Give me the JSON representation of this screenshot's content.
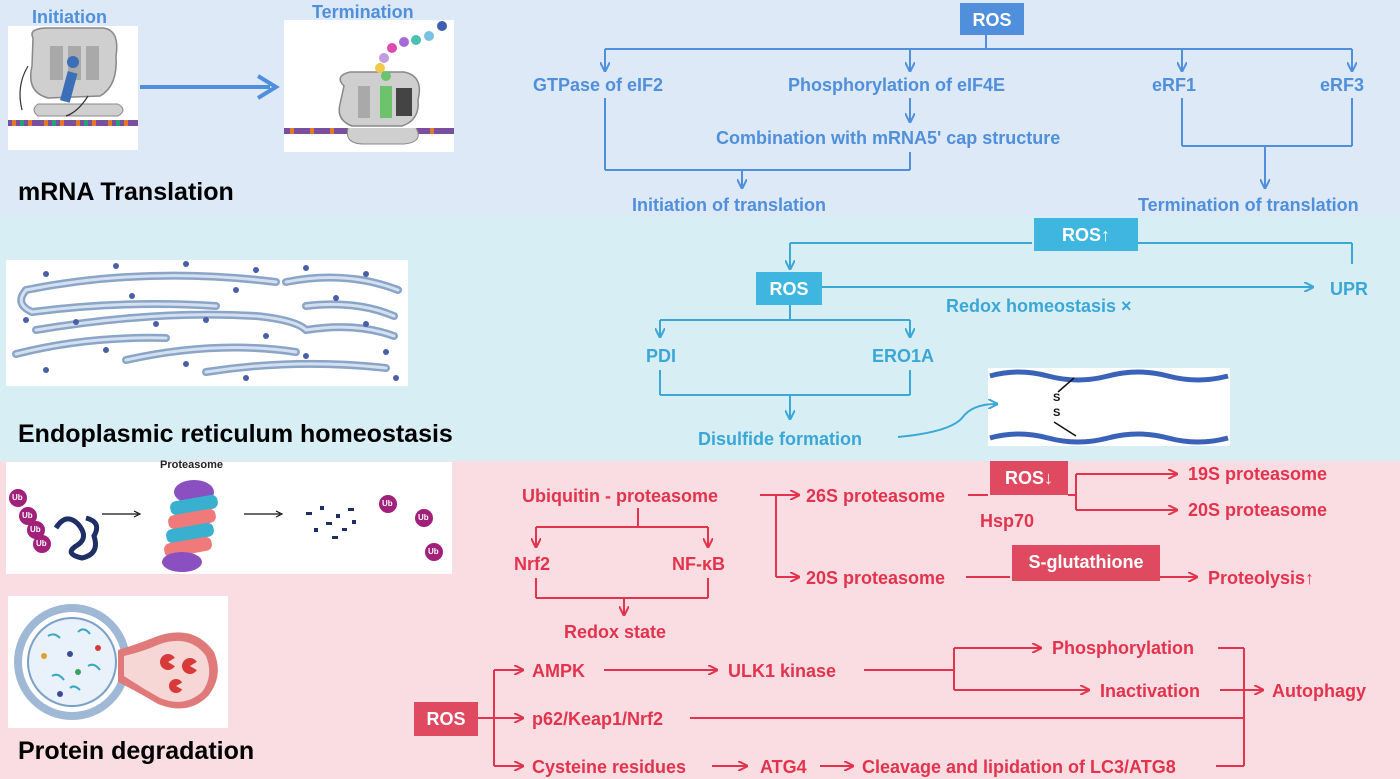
{
  "colors": {
    "band1": "#dde9f6",
    "band2": "#d8eef5",
    "band3": "#fadde2",
    "blue": "#4f8fdb",
    "cyan": "#3aa7d6",
    "red": "#e3334d"
  },
  "section1": {
    "title": "mRNA Translation",
    "initiation_label": "Initiation",
    "termination_label": "Termination",
    "ros": "ROS",
    "gtpase": "GTPase of eIF2",
    "phospho_eif4e": "Phosphorylation of eIF4E",
    "erf1": "eRF1",
    "erf3": "eRF3",
    "combination": "Combination with mRNA5' cap structure",
    "initiation_of_translation": "Initiation of translation",
    "termination_of_translation": "Termination of translation"
  },
  "section2": {
    "title": "Endoplasmic reticulum homeostasis",
    "ros_up": "ROS↑",
    "ros": "ROS",
    "upr": "UPR",
    "redox_homeostasis": "Redox homeostasis ×",
    "pdi": "PDI",
    "ero1a": "ERO1A",
    "disulfide": "Disulfide formation",
    "s1": "S",
    "s2": "S"
  },
  "section3": {
    "title": "Protein degradation",
    "proteasome_label": "Proteasome",
    "ub": "Ub",
    "ubiquitin_proteasome": "Ubiquitin - proteasome",
    "p26s": "26S proteasome",
    "ros_down": "ROS↓",
    "hsp70": "Hsp70",
    "p19s": "19S proteasome",
    "p20s_right": "20S proteasome",
    "nrf2": "Nrf2",
    "nfkb": "NF-κB",
    "p20s": "20S proteasome",
    "s_glutathione": "S-glutathione",
    "proteolysis": "Proteolysis↑",
    "redox_state": "Redox state",
    "ros": "ROS",
    "ampk": "AMPK",
    "ulk1": "ULK1 kinase",
    "phosphorylation": "Phosphorylation",
    "inactivation": "Inactivation",
    "autophagy": "Autophagy",
    "p62": "p62/Keap1/Nrf2",
    "cysteine": "Cysteine residues",
    "atg4": "ATG4",
    "cleavage": "Cleavage and lipidation of LC3/ATG8"
  }
}
